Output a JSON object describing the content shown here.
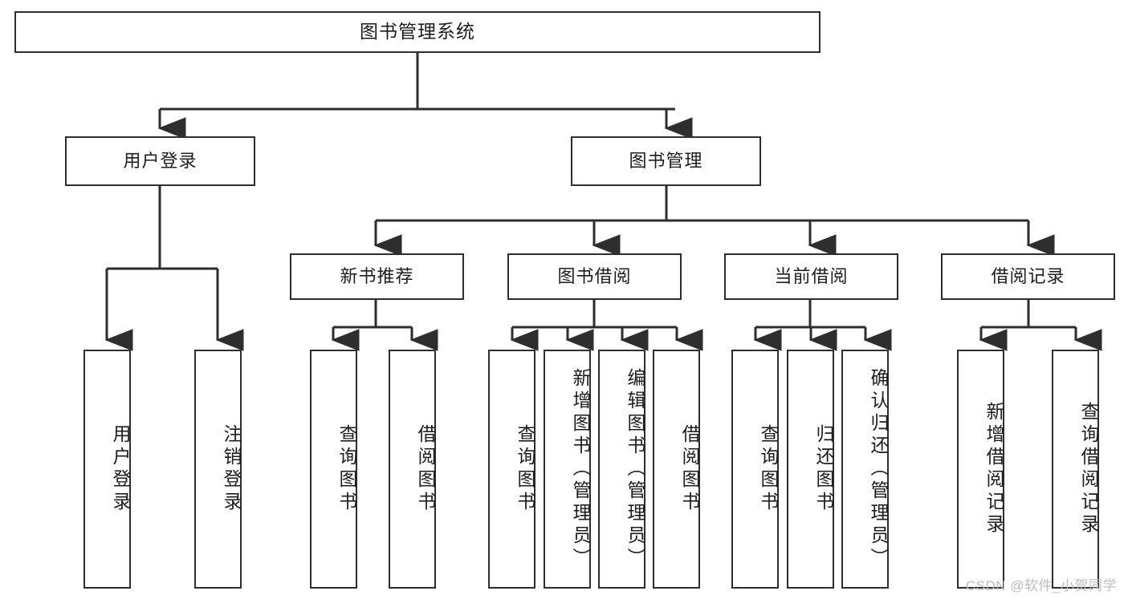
{
  "diagram": {
    "title": "图书管理系统",
    "type": "hierarchy-tree",
    "watermark": "CSDN @软件_小贺同学",
    "colors": {
      "stroke": "#2e2e2e",
      "fill": "#ffffff",
      "text": "#1d1d1d",
      "watermark": "#bdbdbd"
    },
    "nodes": {
      "root": {
        "label": "图书管理系统",
        "level": 1
      },
      "user_login": {
        "label": "用户登录",
        "level": 2
      },
      "book_manage": {
        "label": "图书管理",
        "level": 2
      },
      "new_book_rec": {
        "label": "新书推荐",
        "level": 3
      },
      "book_borrow": {
        "label": "图书借阅",
        "level": 3
      },
      "current_borrow": {
        "label": "当前借阅",
        "level": 3
      },
      "borrow_record": {
        "label": "借阅记录",
        "level": 3
      },
      "leaf_user_login": {
        "label": "用户登录",
        "level": 4
      },
      "leaf_logout": {
        "label": "注销登录",
        "level": 4
      },
      "leaf_query_book_1": {
        "label": "查询图书",
        "level": 4
      },
      "leaf_borrow_book_1": {
        "label": "借阅图书",
        "level": 4
      },
      "leaf_query_book_2": {
        "label": "查询图书",
        "level": 4
      },
      "leaf_add_book": {
        "label": "新增图书（管理员）",
        "level": 4
      },
      "leaf_edit_book": {
        "label": "编辑图书（管理员）",
        "level": 4
      },
      "leaf_borrow_book_2": {
        "label": "借阅图书",
        "level": 4
      },
      "leaf_query_book_3": {
        "label": "查询图书",
        "level": 4
      },
      "leaf_return_book": {
        "label": "归还图书",
        "level": 4
      },
      "leaf_confirm_return": {
        "label": "确认归还（管理员）",
        "level": 4
      },
      "leaf_add_record": {
        "label": "新增借阅记录",
        "level": 4
      },
      "leaf_query_record": {
        "label": "查询借阅记录",
        "level": 4
      }
    }
  }
}
